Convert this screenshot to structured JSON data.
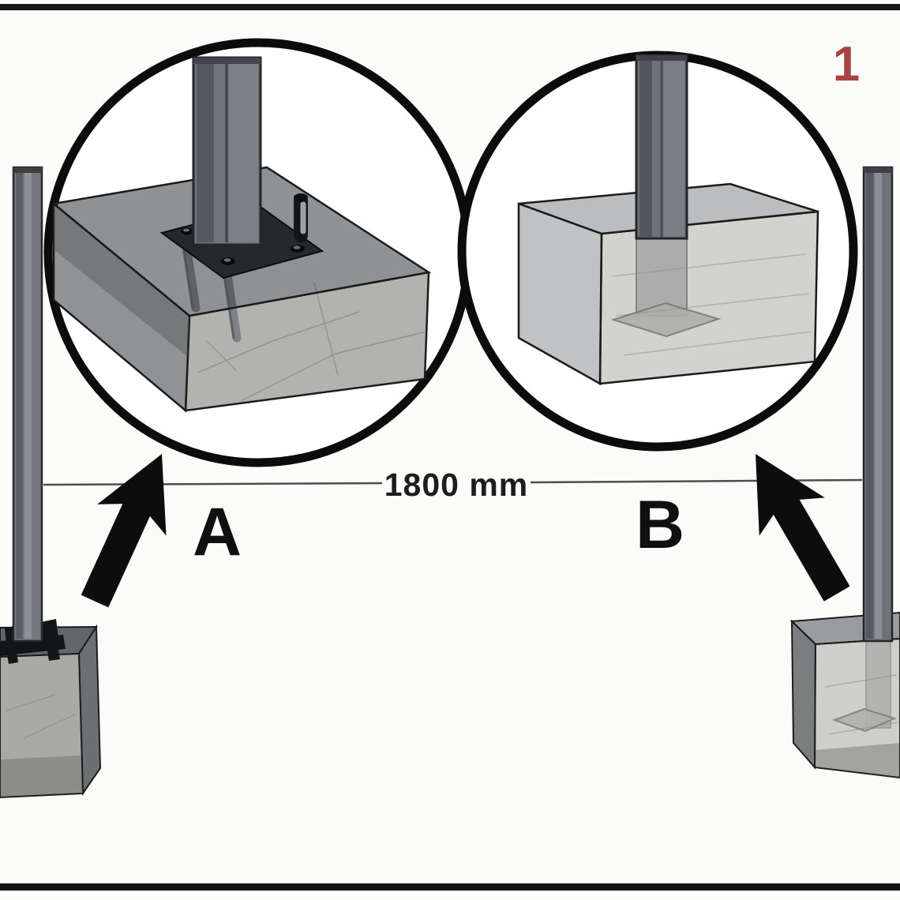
{
  "figure": {
    "step_number": "1",
    "dimension_label": "1800 mm",
    "detail_label_a": "A",
    "detail_label_b": "B"
  },
  "icons": {
    "arrow_a": "arrow-up-right",
    "arrow_b": "arrow-up-left",
    "detail_a": "magnified-detail-circle",
    "detail_b": "magnified-detail-circle"
  },
  "colors": {
    "step_number": "#a84444",
    "ink": "#101010",
    "dimension_text": "#1d1d1d",
    "dimension_line": "#4d4d4d",
    "frame": "#141414",
    "background": "#fbfbf9",
    "post_gray": "#6e7276",
    "concrete_light": "#b2b2ae",
    "concrete_dark": "#63676b",
    "plate_black": "#26292c"
  }
}
